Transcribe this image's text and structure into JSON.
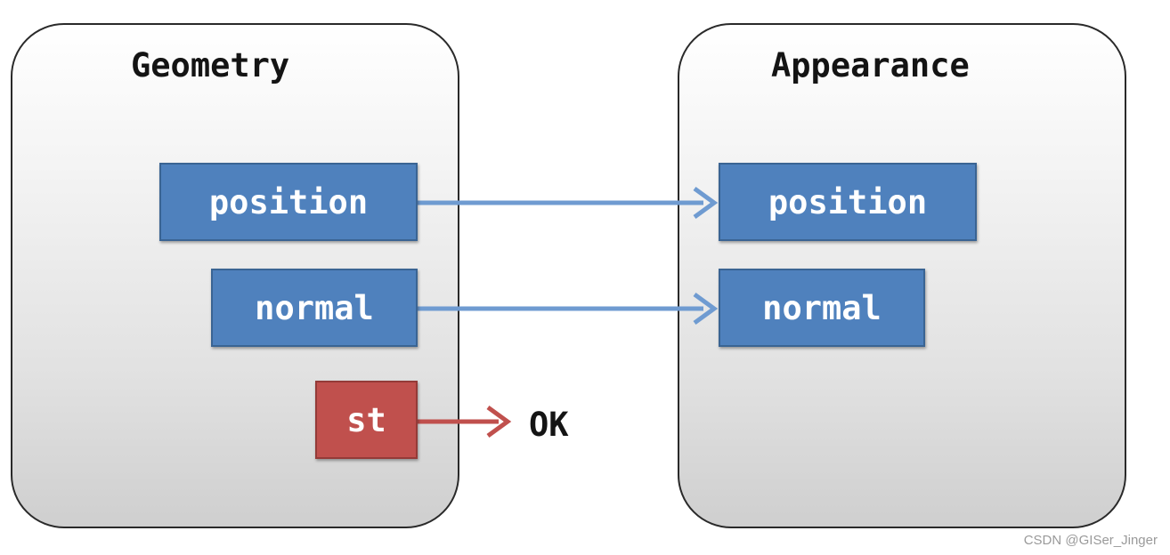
{
  "geometry": {
    "title": "Geometry",
    "attributes": {
      "position": "position",
      "normal": "normal",
      "st": "st"
    }
  },
  "appearance": {
    "title": "Appearance",
    "attributes": {
      "position": "position",
      "normal": "normal"
    }
  },
  "st_result": "OK",
  "watermark": "CSDN @GISer_Jinger",
  "colors": {
    "matched_attribute": "#4f81bd",
    "matched_arrow": "#6f9bd1",
    "extra_attribute": "#c0504d",
    "extra_arrow": "#c0504d",
    "panel_border": "#2a2a2a"
  }
}
